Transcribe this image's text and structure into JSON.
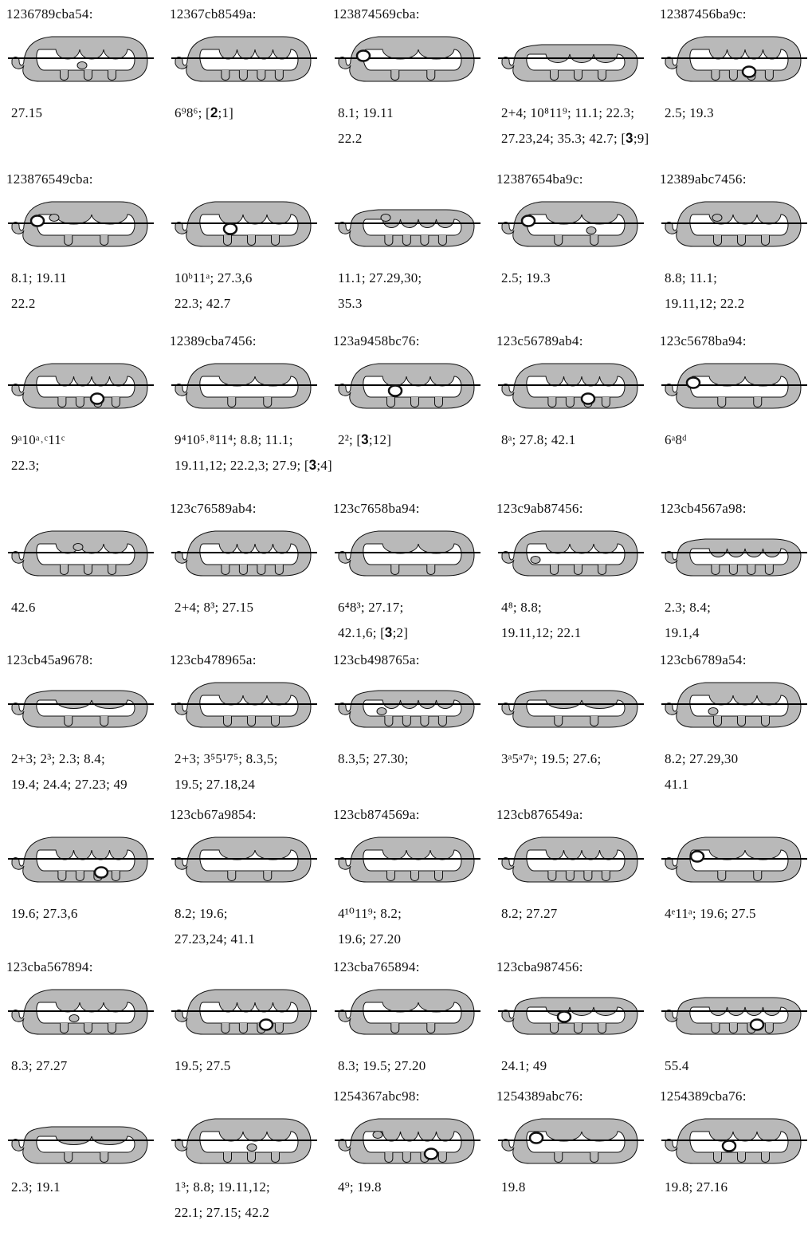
{
  "figures": [
    {
      "label": "1236789cba54:",
      "refs": [
        "27.15"
      ],
      "shape": "s1"
    },
    {
      "label": "12367cb8549a:",
      "refs": [
        "6⁹8⁶; [𝟐;1]"
      ],
      "shape": "s2"
    },
    {
      "label": "123874569cba:",
      "refs": [
        "8.1; 19.11",
        "22.2"
      ],
      "shape": "s3"
    },
    {
      "label": "",
      "refs": [
        "2+4; 10⁸11⁹; 11.1; 22.3;",
        "27.23,24; 35.3; 42.7; [𝟑;9]"
      ],
      "shape": "s4"
    },
    {
      "label": "12387456ba9c:",
      "refs": [
        "2.5; 19.3"
      ],
      "shape": "s5"
    },
    {
      "label": "123876549cba:",
      "refs": [
        "8.1; 19.11",
        "22.2"
      ],
      "shape": "s6"
    },
    {
      "label": "",
      "refs": [
        "10ᵇ11ᵃ; 27.3,6",
        "22.3; 42.7"
      ],
      "shape": "s7"
    },
    {
      "label": "",
      "refs": [
        "11.1; 27.29,30;",
        "35.3"
      ],
      "shape": "s8"
    },
    {
      "label": "12387654ba9c:",
      "refs": [
        "2.5; 19.3"
      ],
      "shape": "s9"
    },
    {
      "label": "12389abc7456:",
      "refs": [
        "8.8; 11.1;",
        "19.11,12; 22.2"
      ],
      "shape": "s10"
    },
    {
      "label": "",
      "refs": [
        "9ᵃ10ᵃ˒ᶜ11ᶜ",
        "22.3;"
      ],
      "shape": "s11"
    },
    {
      "label": "12389cba7456:",
      "refs": [
        "9⁴10⁵˒⁸11⁴; 8.8; 11.1;",
        "19.11,12; 22.2,3; 27.9; [𝟑;4]"
      ],
      "shape": "s12"
    },
    {
      "label": "123a9458bc76:",
      "refs": [
        "2²; [𝟑;12]"
      ],
      "shape": "s13"
    },
    {
      "label": "123c56789ab4:",
      "refs": [
        "8ᵃ; 27.8; 42.1"
      ],
      "shape": "s14"
    },
    {
      "label": "123c5678ba94:",
      "refs": [
        "6ᵃ8ᵈ"
      ],
      "shape": "s15"
    },
    {
      "label": "",
      "refs": [
        "42.6"
      ],
      "shape": "s16"
    },
    {
      "label": "123c76589ab4:",
      "refs": [
        "2+4; 8³; 27.15"
      ],
      "shape": "s17"
    },
    {
      "label": "123c7658ba94:",
      "refs": [
        "6⁴8³; 27.17;",
        "42.1,6; [𝟑;2]"
      ],
      "shape": "s18"
    },
    {
      "label": "123c9ab87456:",
      "refs": [
        "4⁸; 8.8;",
        "19.11,12; 22.1"
      ],
      "shape": "s19"
    },
    {
      "label": "123cb4567a98:",
      "refs": [
        "2.3; 8.4;",
        "19.1,4"
      ],
      "shape": "s20"
    },
    {
      "label": "123cb45a9678:",
      "refs": [
        "2+3; 2³; 2.3; 8.4;",
        "19.4; 24.4; 27.23; 49"
      ],
      "shape": "s21"
    },
    {
      "label": "123cb478965a:",
      "refs": [
        "2+3; 3⁵5¹7⁵; 8.3,5;",
        "19.5; 27.18,24"
      ],
      "shape": "s22"
    },
    {
      "label": "123cb498765a:",
      "refs": [
        "8.3,5; 27.30;"
      ],
      "shape": "s23"
    },
    {
      "label": "",
      "refs": [
        "3ᵃ5ᵃ7ᵃ; 19.5; 27.6;"
      ],
      "shape": "s24"
    },
    {
      "label": "123cb6789a54:",
      "refs": [
        "8.2; 27.29,30",
        "41.1"
      ],
      "shape": "s25"
    },
    {
      "label": "",
      "refs": [
        "19.6; 27.3,6"
      ],
      "shape": "s26"
    },
    {
      "label": "123cb67a9854:",
      "refs": [
        "8.2; 19.6;",
        "27.23,24; 41.1"
      ],
      "shape": "s27"
    },
    {
      "label": "123cb874569a:",
      "refs": [
        "4¹⁰11⁹; 8.2;",
        "19.6; 27.20"
      ],
      "shape": "s28"
    },
    {
      "label": "123cb876549a:",
      "refs": [
        "8.2; 27.27"
      ],
      "shape": "s29"
    },
    {
      "label": "",
      "refs": [
        "4ᵉ11ᵃ; 19.6; 27.5"
      ],
      "shape": "s30"
    },
    {
      "label": "123cba567894:",
      "refs": [
        "8.3; 27.27"
      ],
      "shape": "s31"
    },
    {
      "label": "",
      "refs": [
        "19.5; 27.5"
      ],
      "shape": "s32"
    },
    {
      "label": "123cba765894:",
      "refs": [
        "8.3; 19.5; 27.20"
      ],
      "shape": "s33"
    },
    {
      "label": "123cba987456:",
      "refs": [
        "24.1; 49"
      ],
      "shape": "s34"
    },
    {
      "label": "",
      "refs": [
        "55.4"
      ],
      "shape": "s35"
    },
    {
      "label": "",
      "refs": [
        "2.3; 19.1"
      ],
      "shape": "s36"
    },
    {
      "label": "",
      "refs": [
        "1³; 8.8; 19.11,12;",
        "22.1; 27.15; 42.2"
      ],
      "shape": "s37"
    },
    {
      "label": "1254367abc98:",
      "refs": [
        "4⁹; 19.8"
      ],
      "shape": "s38"
    },
    {
      "label": "1254389abc76:",
      "refs": [
        "19.8"
      ],
      "shape": "s39"
    },
    {
      "label": "1254389cba76:",
      "refs": [
        "19.8; 27.16"
      ],
      "shape": "s40"
    }
  ],
  "colors": {
    "fill": "#b9b9b9",
    "stroke": "#111111",
    "line": "#000000"
  }
}
